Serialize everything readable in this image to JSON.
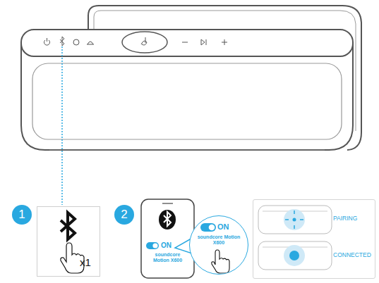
{
  "diagram": {
    "nodes": [
      {
        "text": [
          "1"
        ]
      },
      {
        "text": [
          "x1"
        ]
      },
      {
        "text": [
          "2"
        ]
      },
      {
        "text": [
          "ON",
          "soundcore Motion X600"
        ]
      },
      {
        "text": [
          "ON",
          "soundcore Motion X600"
        ]
      },
      {
        "text": [
          "PAIRING",
          "CONNECTED"
        ]
      }
    ]
  }
}
